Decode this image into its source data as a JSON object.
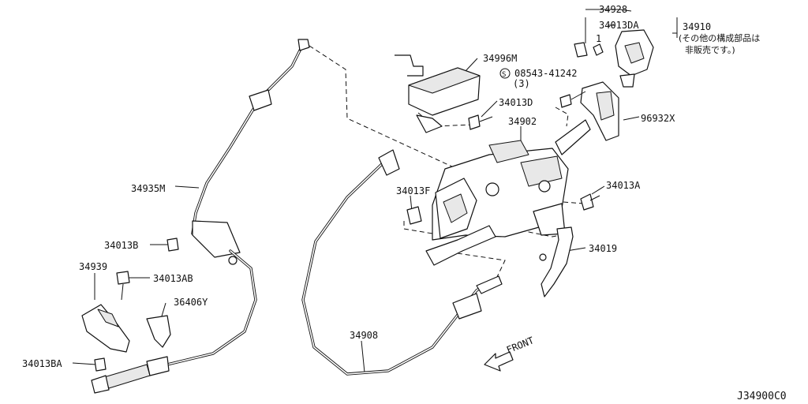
{
  "diagram_id": "J34900C0",
  "front_label": "FRONT",
  "labels": {
    "l_34928": "34928",
    "l_34013DA": "34013DA",
    "l_34910": "34910",
    "l_note1": "(その他の構成部品は",
    "l_note2": "非販売です。)",
    "l_34996M": "34996M",
    "l_bolt_spec": "08543-41242",
    "l_bolt_qty": "(3)",
    "l_34013D": "34013D",
    "l_34902": "34902",
    "l_96932X": "96932X",
    "l_34935M": "34935M",
    "l_34013F": "34013F",
    "l_34013A": "34013A",
    "l_34013B": "34013B",
    "l_34019": "34019",
    "l_34939": "34939",
    "l_34013AB": "34013AB",
    "l_36406Y": "36406Y",
    "l_34908": "34908",
    "l_34013BA": "34013BA",
    "l_qty1": "1"
  }
}
